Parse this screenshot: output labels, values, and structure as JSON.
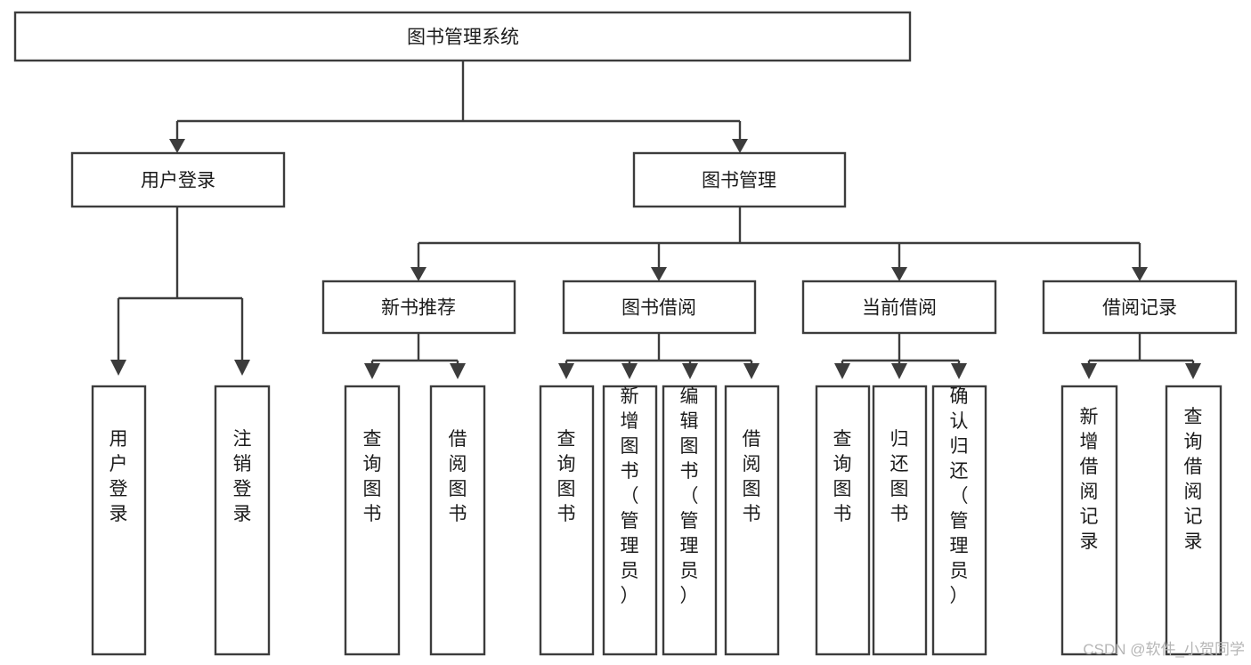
{
  "diagram": {
    "type": "tree-hierarchy",
    "title": "图书管理系统",
    "root": {
      "label": "图书管理系统",
      "level": 0
    },
    "level1": [
      {
        "label": "用户登录"
      },
      {
        "label": "图书管理"
      }
    ],
    "level2": [
      {
        "label": "新书推荐",
        "parent": "图书管理"
      },
      {
        "label": "图书借阅",
        "parent": "图书管理"
      },
      {
        "label": "当前借阅",
        "parent": "图书管理"
      },
      {
        "label": "借阅记录",
        "parent": "图书管理"
      }
    ],
    "leaves": {
      "用户登录": [
        {
          "label": "用户登录"
        },
        {
          "label": "注销登录"
        }
      ],
      "新书推荐": [
        {
          "label": "查询图书"
        },
        {
          "label": "借阅图书"
        }
      ],
      "图书借阅": [
        {
          "label": "查询图书"
        },
        {
          "label": "新增图书（管理员）"
        },
        {
          "label": "编辑图书（管理员）"
        },
        {
          "label": "借阅图书"
        }
      ],
      "当前借阅": [
        {
          "label": "查询图书"
        },
        {
          "label": "归还图书"
        },
        {
          "label": "确认归还（管理员）"
        }
      ],
      "借阅记录": [
        {
          "label": "新增借阅记录"
        },
        {
          "label": "查询借阅记录"
        }
      ]
    }
  },
  "watermark": {
    "text": "CSDN @软件_小贺同学"
  },
  "colors": {
    "box_stroke": "#3c3c3c",
    "box_fill": "#ffffff",
    "text": "#1b1b1b",
    "connector": "#3c3c3c",
    "watermark": "#b6b6b6",
    "background": "#ffffff"
  }
}
